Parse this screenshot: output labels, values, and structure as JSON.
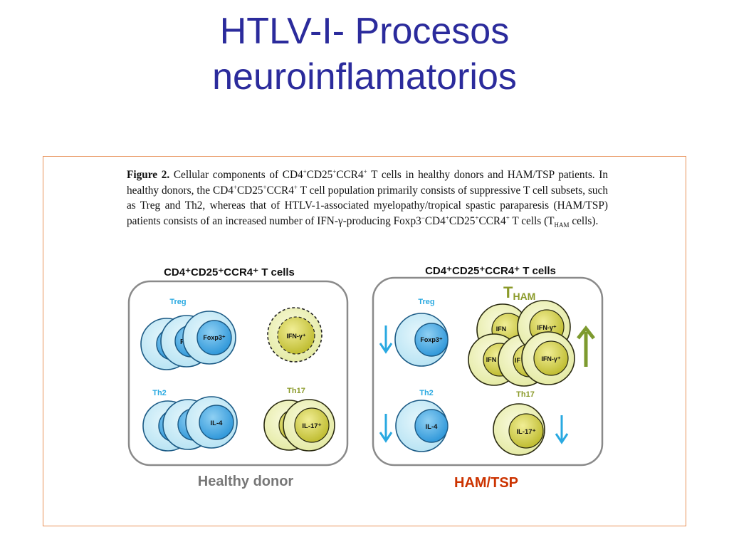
{
  "slide": {
    "title_line1": "HTLV-I- Procesos",
    "title_line2": "neuroinflamatorios"
  },
  "caption": {
    "figure_label": "Figure 2.",
    "seg1": " Cellular components of CD4",
    "sup1": "+",
    "seg2": "CD25",
    "sup2": "+",
    "seg3": "CCR4",
    "sup3": "+",
    "seg4": " T cells in healthy donors and HAM/TSP patients. In healthy donors, the CD4",
    "sup4": "+",
    "seg5": "CD25",
    "sup5": "+",
    "seg6": "CCR4",
    "sup6": "+",
    "seg7": " T cell population primarily consists of suppressive T cell subsets, such as Treg and Th2, whereas that of HTLV-1-associated myelopathy/tropical spastic paraparesis (HAM/TSP) patients consists of an increased number of IFN-γ-producing Foxp3",
    "sup7": "−",
    "seg8": "CD4",
    "sup8": "+",
    "seg9": "CD25",
    "sup9": "+",
    "seg10": "CCR4",
    "sup10": "+",
    "seg11": " T cells (T",
    "sub1": "HAM",
    "seg12": " cells)."
  },
  "healthy": {
    "header": "CD4⁺CD25⁺CCR4⁺ T cells",
    "footer": "Healthy donor",
    "treg_label": "Treg",
    "treg_marker": "Foxp3⁺",
    "treg_partial1": "F",
    "treg_partial2": "F",
    "ifn_marker": "IFN-γ⁺",
    "th2_label": "Th2",
    "th2_marker": "IL-4",
    "th17_label": "Th17",
    "th17_marker": "IL-17⁺"
  },
  "ham": {
    "header": "CD4⁺CD25⁺CCR4⁺ T cells",
    "footer": "HAM/TSP",
    "tham_label": "T",
    "tham_sub": "HAM",
    "treg_label": "Treg",
    "treg_marker": "Foxp3⁺",
    "ifn_marker": "IFN-γ⁺",
    "ifn_partial": "IFN",
    "ifn_partial_short": "IF",
    "th2_label": "Th2",
    "th2_marker": "IL-4",
    "th17_label": "Th17",
    "th17_marker": "IL-17⁺"
  },
  "colors": {
    "title": "#2b2b9c",
    "frame": "#e8925a",
    "blue_outer": "#c6ecf7",
    "blue_inner": "#3aa7e6",
    "yellow_outer": "#eef2b8",
    "yellow_inner": "#c9c83a",
    "cyan_label": "#29a9e1",
    "olive_label": "#8b9a2a",
    "arrow_up": "#7d9a2f",
    "arrow_down": "#29a9e1",
    "healthy_footer": "#777777",
    "ham_footer": "#cc3300"
  }
}
